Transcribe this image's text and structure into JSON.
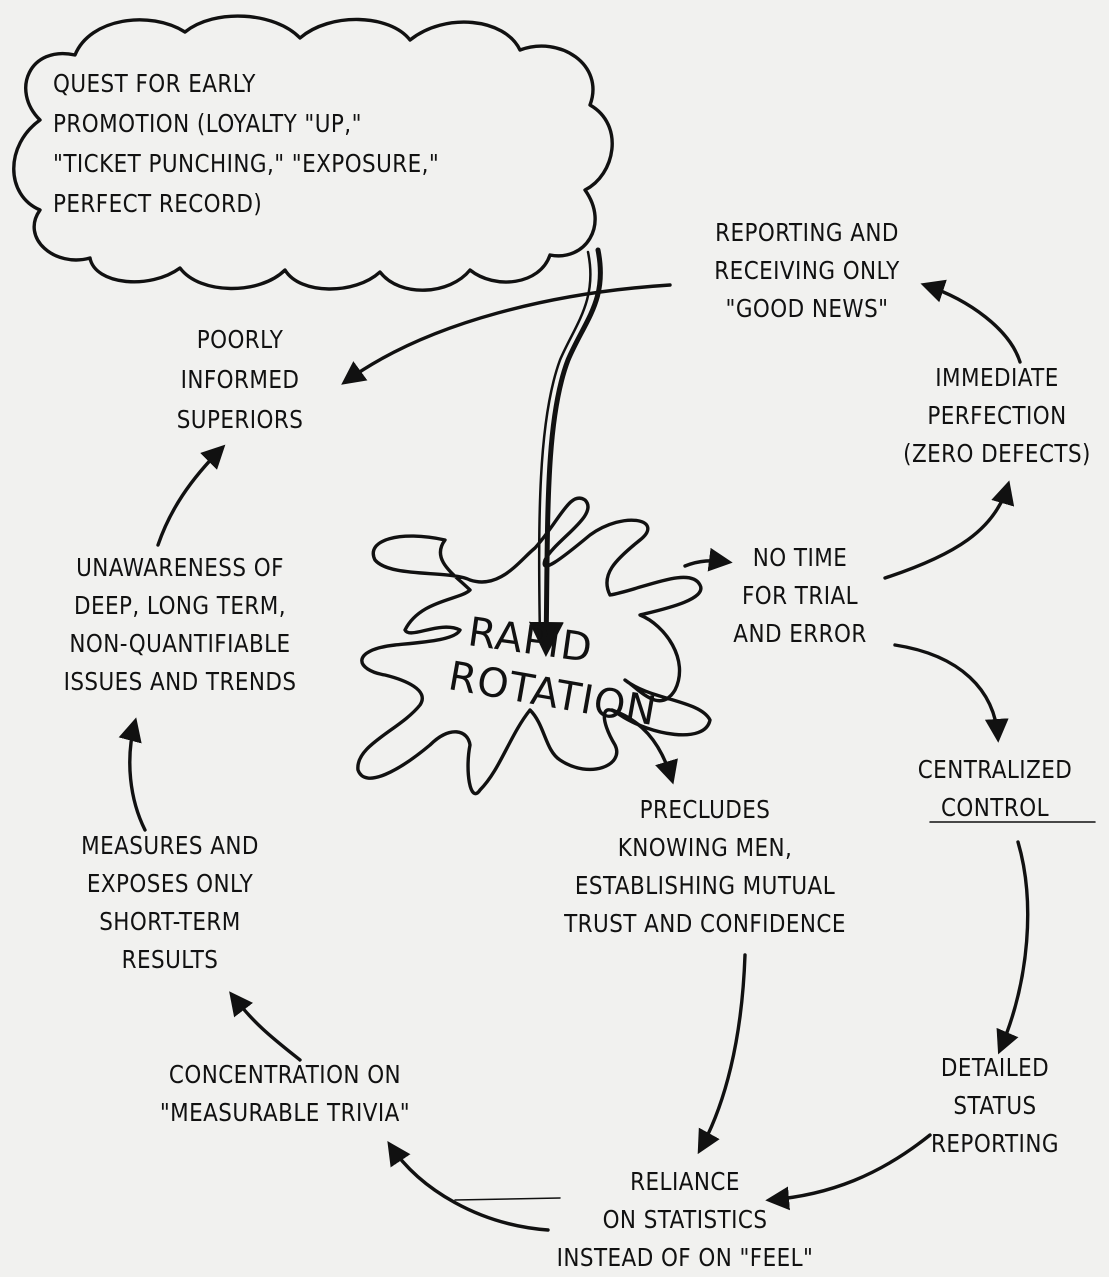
{
  "nodes": {
    "quest": "QUEST FOR EARLY\nPROMOTION (LOYALTY \"UP,\"\n\"TICKET PUNCHING,\" \"EXPOSURE,\"\nPERFECT RECORD)",
    "reporting": "REPORTING AND\nRECEIVING ONLY\n\"GOOD NEWS\"",
    "poorly": "POORLY\nINFORMED\nSUPERIORS",
    "immediate": "IMMEDIATE\nPERFECTION\n(ZERO DEFECTS)",
    "unawareness": "UNAWARENESS OF\nDEEP, LONG TERM,\nNON-QUANTIFIABLE\nISSUES AND TRENDS",
    "notime": "NO TIME\nFOR TRIAL\nAND ERROR",
    "centralized": "CENTRALIZED\nCONTROL",
    "precludes": "PRECLUDES\nKNOWING MEN,\nESTABLISHING MUTUAL\nTRUST AND CONFIDENCE",
    "measures": "MEASURES AND\nEXPOSES ONLY\nSHORT-TERM\nRESULTS",
    "concentration": "CONCENTRATION ON\n\"MEASURABLE TRIVIA\"",
    "detailed": "DETAILED\nSTATUS\nREPORTING",
    "reliance": "RELIANCE\nON STATISTICS\nINSTEAD OF ON \"FEEL\""
  },
  "center": {
    "line1": "RAPID",
    "line2": "ROTATION"
  }
}
